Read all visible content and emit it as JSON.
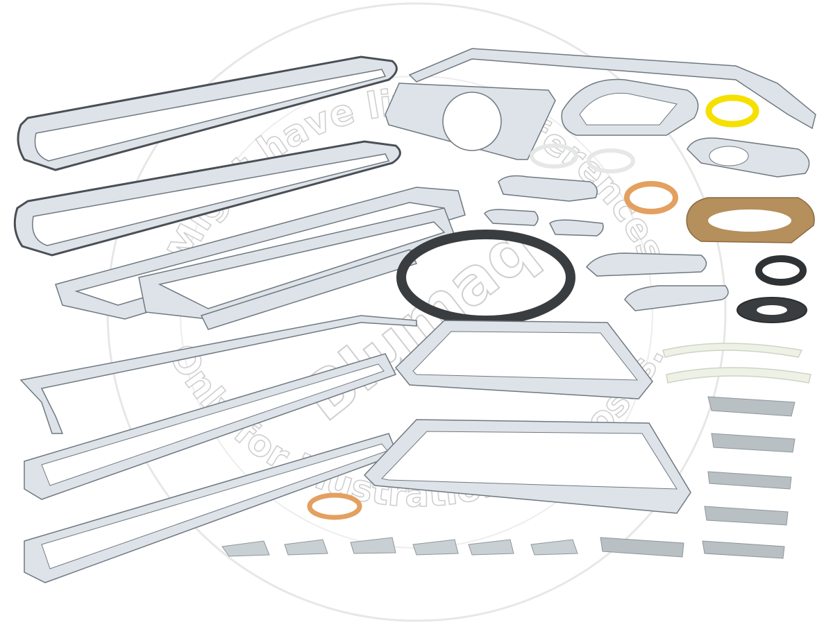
{
  "watermark": {
    "brand": "Blumaq",
    "arc_top": "Might have little differences",
    "arc_bottom": "Only for illustration purposes."
  },
  "colors": {
    "gasket_fill": "#dde3e8",
    "gasket_edge": "#6f7880",
    "gasket_mark": "#3b3f44",
    "cork": "#b58f5c",
    "rubber": "#3a3d40",
    "yellow_ring": "#f5e000",
    "copper_ring": "#e3a060",
    "fibre_strip": "#eef1e6",
    "metal_plate": "#b9c0c4"
  }
}
